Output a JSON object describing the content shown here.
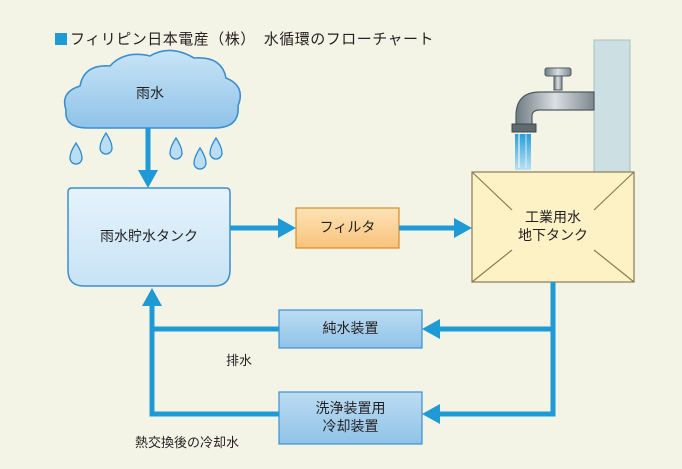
{
  "title": "フィリピン日本電産（株）　水循環のフローチャート",
  "nodes": {
    "rain": "雨水",
    "rain_tank": "雨水貯水タンク",
    "filter": "フィルタ",
    "underground_tank_line1": "工業用水",
    "underground_tank_line2": "地下タンク",
    "pure_water": "純水装置",
    "cleaning_line1": "洗浄装置用",
    "cleaning_line2": "冷却装置"
  },
  "labels": {
    "drain": "排水",
    "cooling_water": "熱交換後の冷却水"
  },
  "colors": {
    "background": "#f4f4e6",
    "arrow": "#1e9ad6",
    "cloud": "#a9d3ee",
    "rain_tank": "#d6ebf8",
    "filter": "#fbd59a",
    "underground_tank": "#fdf2c6",
    "device_box": "#a6cfec",
    "wall": "#ccdfe2"
  },
  "icons": [
    "cloud-icon",
    "raindrop-icon",
    "faucet-icon"
  ]
}
